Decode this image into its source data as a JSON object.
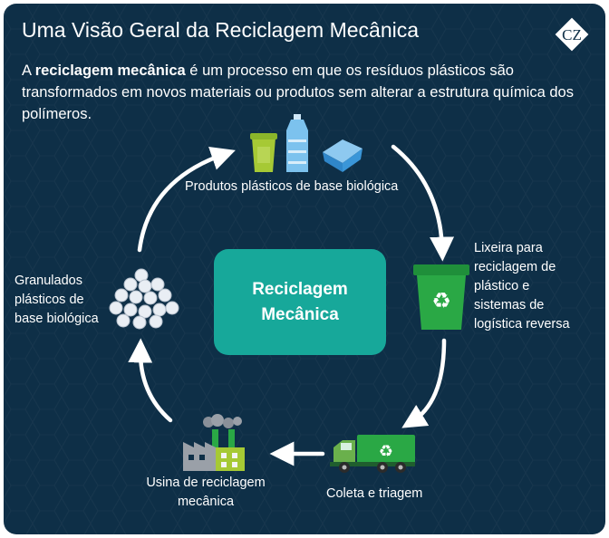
{
  "header": {
    "title": "Uma Visão Geral da Reciclagem Mecânica",
    "logo_text": "CZ"
  },
  "intro": {
    "bold": "reciclagem mecânica",
    "prefix": "A ",
    "rest": " é um processo em que os resíduos plásticos são transformados em novos materiais ou produtos sem alterar a estrutura química dos polímeros."
  },
  "center": {
    "label": "Reciclagem Mecânica"
  },
  "steps": [
    {
      "label": "Produtos plásticos de base biológica",
      "icon": "bio-products-icon"
    },
    {
      "label": "Lixeira para reciclagem de plástico e sistemas de logística reversa",
      "icon": "recycling-bin-icon"
    },
    {
      "label": "Coleta e triagem",
      "icon": "recycling-truck-icon"
    },
    {
      "label": "Usina de reciclagem mecânica",
      "icon": "factory-icon"
    },
    {
      "label": "Granulados plásticos de base biológica",
      "icon": "pellets-icon"
    }
  ],
  "colors": {
    "background": "#0e2f47",
    "accent": "#17a89a",
    "green": "#2aa845",
    "lime": "#a6c935",
    "blue": "#3a96d8"
  }
}
